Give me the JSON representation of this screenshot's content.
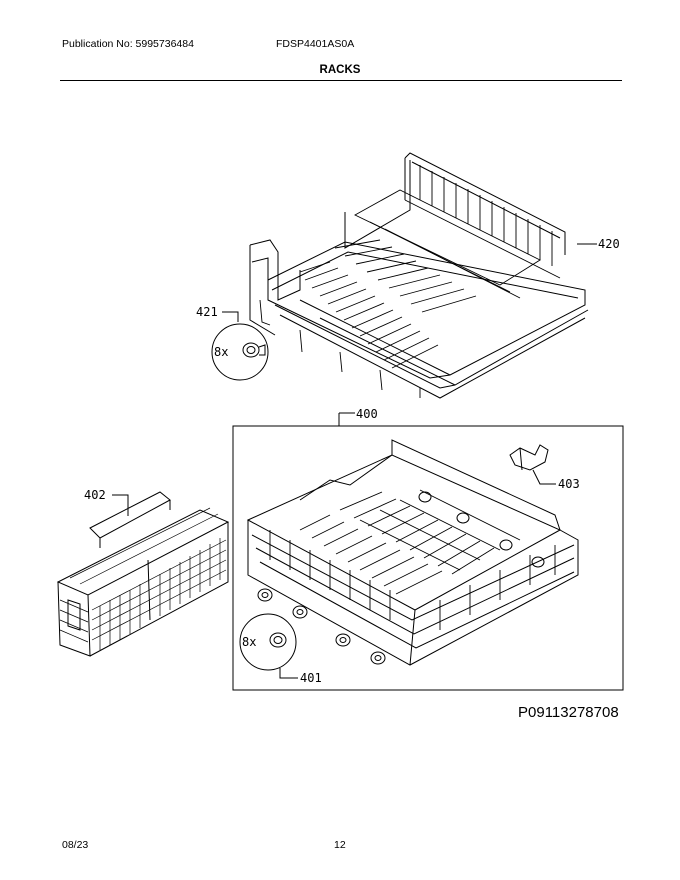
{
  "header": {
    "publication": "Publication No: 5995736484",
    "model": "FDSP4401AS0A",
    "section_title": "RACKS"
  },
  "callouts": {
    "p420": "420",
    "p421": "421",
    "p421_qty": "8x",
    "p400": "400",
    "p403": "403",
    "p402": "402",
    "p401": "401",
    "p401_qty": "8x"
  },
  "diagram_code": "P09113278708",
  "footer": {
    "date": "08/23",
    "page": "12"
  }
}
